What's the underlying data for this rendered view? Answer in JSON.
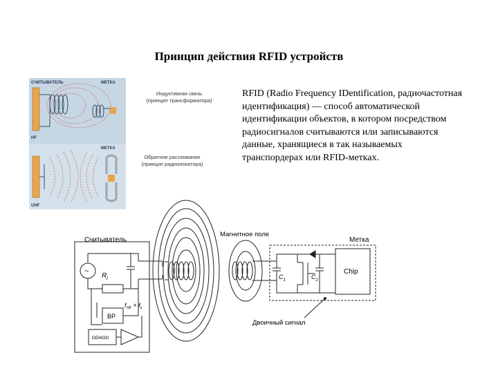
{
  "title": "Принцип действия RFID устройств",
  "description": "RFID (Radio Frequency IDentification, радиочастотная идентификация) — способ автоматической идентификации объектов, в котором посредством радиосигналов считываются или записываются данные, хранящиеся в так называемых транспордерах или RFID-метках.",
  "top_panel": {
    "reader_label": "СЧИТЫВАТЕЛЬ",
    "tag_label": "МЕТКА",
    "band_label": "HF",
    "caption_line1": "Индуктивная связь",
    "caption_line2": "(принцип трансформатора)"
  },
  "bottom_panel": {
    "tag_label": "МЕТКА",
    "band_label": "UHF",
    "caption_line1": "Обратное рассеивание",
    "caption_line2": "(принцип радиолокатора)"
  },
  "circuit": {
    "reader_title": "Считыватель",
    "tag_title": "Метка",
    "magnetic_field": "Магнитное поле",
    "binary_signal": "Двоичный сигнал",
    "ri": "R",
    "ri_sub": "i",
    "bp": "BP",
    "demod": "DEMOD",
    "chip": "Chip",
    "c1": "C",
    "c1_sub": "1",
    "c2": "C",
    "c2_sub": "2",
    "freq": "f",
    "freq_sub1": "rdr",
    "freq_plus": " + f",
    "freq_sub2": "s",
    "source_symbol": "~"
  },
  "colors": {
    "panel_blue": "#c6d6e3",
    "antenna_orange": "#e8a54a",
    "field_red": "#d05050",
    "line": "#222222"
  }
}
